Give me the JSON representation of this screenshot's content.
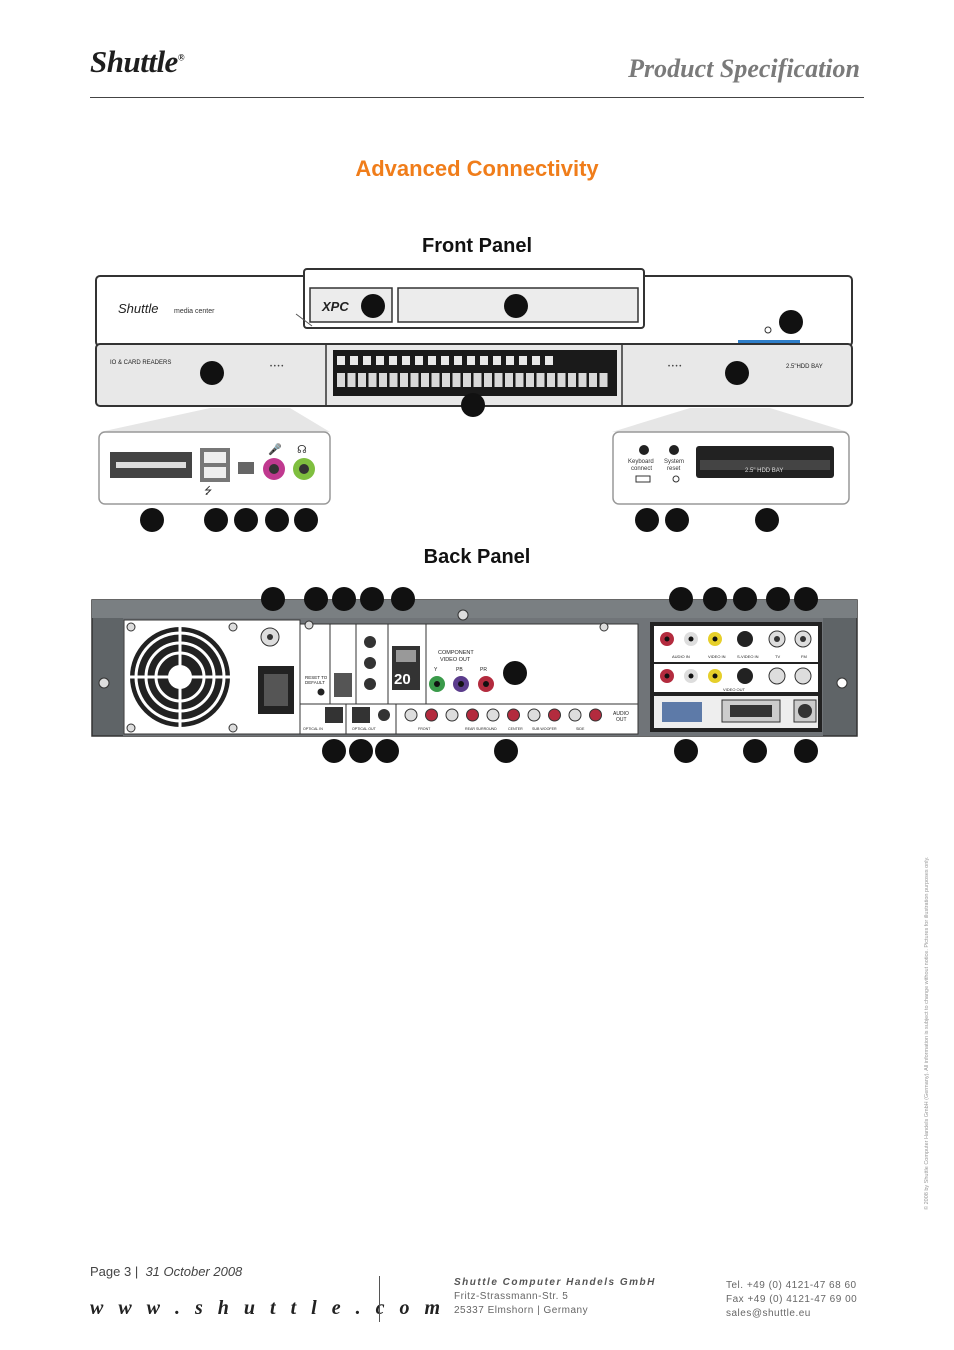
{
  "header": {
    "logo_text": "Shuttle",
    "logo_reg": "®",
    "doc_title": "Product Specification"
  },
  "section_title": "Advanced Connectivity",
  "front_panel": {
    "title": "Front Panel",
    "brand": "Shuttle",
    "brand_sub": "media center",
    "xpc_label": "XPC",
    "left_bay_label": "IO & CARD READERS",
    "right_bay_label": "2.5\"HDD BAY",
    "dots": "• • • •",
    "keyboard_label_1": "Keyboard",
    "keyboard_label_2": "connect",
    "reset_label_1": "System",
    "reset_label_2": "reset",
    "hdd_tray_label": "2.5\" HDD BAY"
  },
  "back_panel": {
    "title": "Back Panel",
    "reset_label_1": "RESET TO",
    "reset_label_2": "DEFAULT",
    "component_label_1": "COMPONENT",
    "component_label_2": "VIDEO OUT",
    "comp_y": "Y",
    "comp_pb": "PB",
    "comp_pr": "PR",
    "hdmi_num": "20",
    "optical_in": "OPTICAL IN",
    "optical_out": "OPTICAL OUT",
    "audio_out_1": "AUDIO",
    "audio_out_2": "OUT",
    "audio_front": "FRONT",
    "audio_rear": "REAR SURROUND",
    "audio_center": "CENTER",
    "audio_sub": "SUB WOOFER",
    "audio_side": "SIDE",
    "tv_audio_in": "AUDIO IN",
    "tv_video_in": "VIDEO IN",
    "tv_svideo_in": "S-VIDEO IN",
    "tv_tv": "TV",
    "tv_fm": "FM",
    "tv_video_out": "VIDEO OUT"
  },
  "footer": {
    "page_label": "Page 3 |",
    "date": "31 October 2008",
    "website": "w w w . s h u t t l e . c o m",
    "company": "Shuttle Computer Handels GmbH",
    "street": "Fritz-Strassmann-Str. 5",
    "city": "25337 Elmshorn | Germany",
    "tel": "Tel. +49 (0) 4121-47 68 60",
    "fax": "Fax +49 (0) 4121-47 69 00",
    "email": "sales@shuttle.eu"
  },
  "side_note": "© 2008 by Shuttle Computer Handels GmbH (Germany). All information is subject to change without notice. Pictures for illustration purposes only."
}
